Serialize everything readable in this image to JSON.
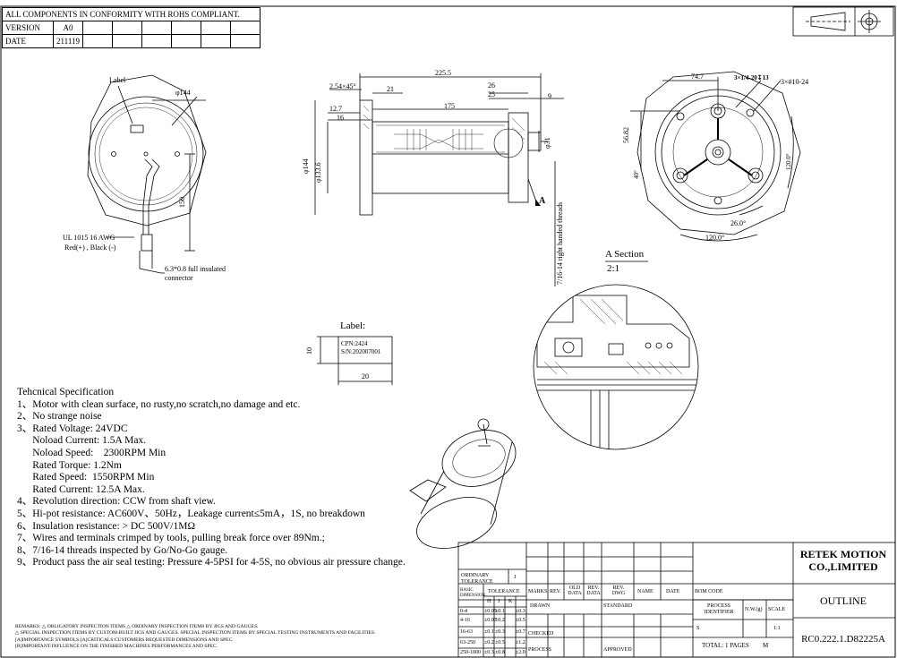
{
  "header": {
    "rohs": "ALL COMPONENTS IN CONFORMITY WITH ROHS COMPLIANT.",
    "version_label": "VERSION",
    "version_value": "A0",
    "date_label": "DATE",
    "date_value": "211119"
  },
  "front_view": {
    "label_callout": "Label",
    "diameter": "φ144",
    "wire_spec": "UL 1015 16 AWG",
    "wire_colors": "Red(+) , Black (-)",
    "connector_line1": "6.3*0.8 full insulated",
    "connector_line2": "connector",
    "dim_length": "150"
  },
  "side_view": {
    "overall": "225.5",
    "chamfer": "2.54×45°",
    "d21": "21",
    "d26": "26",
    "d25": "25",
    "d9": "9",
    "d12_7": "12.7",
    "d16": "16",
    "d175": "175",
    "d144": "φ144",
    "d133": "φ133.6",
    "d31": "φ31",
    "thread_note": "7/16-14 right handed threads",
    "section_mark": "A"
  },
  "rear_view": {
    "d74_7": "74.7",
    "hole1": "3×1/4-20↧13",
    "hole2": "3×#10-24",
    "d56_82": "56.82",
    "a40": "40°",
    "a120a": "120.0°",
    "a120b": "120.0°",
    "a26": "26.0°"
  },
  "section": {
    "title": "A Section",
    "scale": "2:1"
  },
  "label_detail": {
    "title": "Label:",
    "cpn": "CPN:2424",
    "sn": "S/N:202007001",
    "height": "10",
    "width": "20"
  },
  "spec": {
    "title": "Tehcnical Specification",
    "lines": [
      "1、Motor with clean surface, no rusty,no scratch,no damage and etc.",
      "2、No strange noise",
      "3、Rated Voltage: 24VDC",
      "      Noload Current: 1.5A Max.",
      "      Noload Speed:    2300RPM Min",
      "      Rated Torque: 1.2Nm",
      "      Rated Speed:  1550RPM Min",
      "      Rated Current: 12.5A Max.",
      "4、Revolution direction: CCW from shaft view.",
      "5、Hi-pot resistance: AC600V、50Hz，Leakage current≤5mA，1S, no breakdown",
      "6、Insulation resistance: > DC 500V/1MΩ",
      "7、Wires and terminals crimped by tools, pulling break force over 89Nm.;",
      "8、7/16-14  threads inspected by Go/No-Go gauge.",
      "9、Product pass the air seal testing: Pressure 4-5PSI for 4-5S, no obvious air pressure change."
    ]
  },
  "remarks": {
    "line1": "REMARKS: △ OBLIGATORY INSPECTION ITEMS △ ORDINARY INSPECTION ITEMS BY JIGS AND GAUGES.",
    "line2": "△ SPECIAL INSPECTION ITEMS BY CUSTOM-BUILT JIGS AND GAUGES.   SPECIAL INSPECTION ITEMS BY SPECIAL TESTING INSTRUMENTS AND FACILITIES.",
    "line3": "[A]IMPORTANCE SYMBOLS:[A]CRITICALS:CUSTOMERS REQUESTED DIMENSIONS AND SPEC.",
    "line4": "[B]IMPORTANT:INFLUENCE ON THE FINISHED MACHINES PERFORMANCES AND SPEC."
  },
  "title_block": {
    "ordinary_tol": "ORDINARY TOLERANCE",
    "ordinary_val": "J",
    "basic_dim": "BASIC DIMENSION",
    "tolerance": "TOLERANCE",
    "cols": [
      "H",
      "J",
      "K"
    ],
    "rows": [
      [
        "0-4",
        "±0.05",
        "±0.1",
        "±0.3"
      ],
      [
        "4-16",
        "±0.07",
        "±0.2",
        "±0.5"
      ],
      [
        "16-63",
        "±0.1",
        "±0.3",
        "±0.7"
      ],
      [
        "63-250",
        "±0.2",
        "±0.5",
        "±1.2"
      ],
      [
        "250-1000",
        "±0.3",
        "±0.8",
        "±2.0"
      ]
    ],
    "marks": "MARKS",
    "rev": "REV.",
    "old_data": "OLD DATA",
    "rev_data": "REV. DATA",
    "rev_dwg": "REV. DWG",
    "name": "NAME",
    "date": "DATE",
    "drawn": "DRAWN",
    "checked": "CHECKED",
    "process": "PROCESS",
    "standard": "STANDARD",
    "approved": "APPROVED",
    "bom_code": "BOM CODE",
    "process_identifier": "PROCESS IDENTIFIER",
    "nw": "N.W.(g)",
    "scale": "SCALE",
    "s": "S",
    "scale_val": "1:1",
    "total_pages": "TOTAL: 1 PAGES",
    "page_mark": "M",
    "company": "RETEK MOTION CO.,LIMITED",
    "doc_title": "OUTLINE",
    "drawing_no": "RC0.222.1.D82225A"
  }
}
